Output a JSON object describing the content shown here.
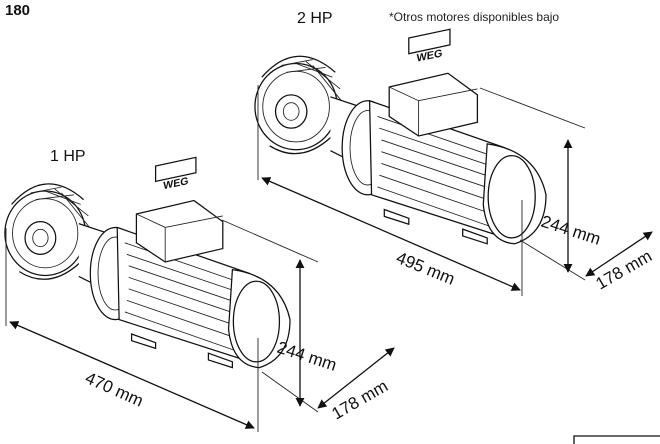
{
  "page": {
    "page_number": "180",
    "note": "*Otros motores disponibles bajo"
  },
  "motor_large": {
    "label": "2 HP",
    "length": "495 mm",
    "height": "244 mm",
    "width": "178 mm"
  },
  "motor_small": {
    "label": "1 HP",
    "length": "470 mm",
    "height": "244 mm",
    "width": "178 mm"
  }
}
